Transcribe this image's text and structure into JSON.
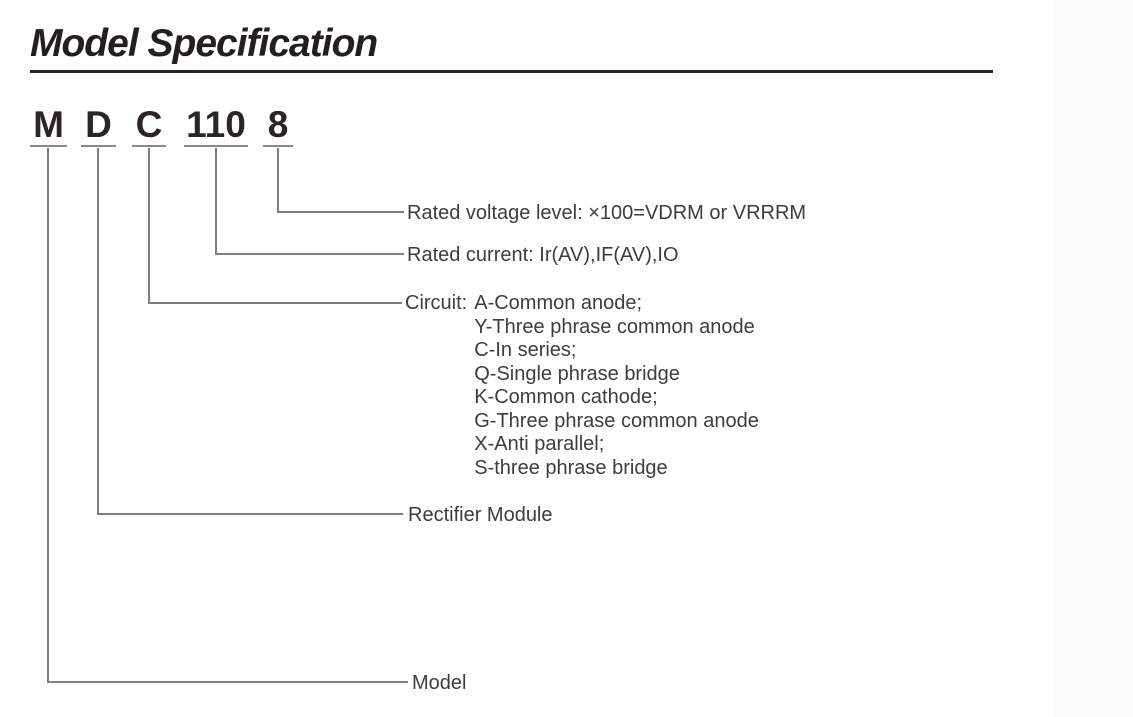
{
  "title": "Model Specification",
  "model_code": {
    "segments": [
      {
        "char": "M"
      },
      {
        "char": "D"
      },
      {
        "char": "C"
      },
      {
        "char": "110"
      },
      {
        "char": "8"
      }
    ]
  },
  "callouts": {
    "voltage": "Rated voltage level: ×100=VDRM or VRRRM",
    "current": "Rated current: Ir(AV),IF(AV),IO",
    "circuit_label": "Circuit:",
    "circuit_items": [
      "A-Common anode;",
      "Y-Three phrase common anode",
      "C-In series;",
      "Q-Single phrase bridge",
      "K-Common cathode;",
      "G-Three phrase common anode",
      "X-Anti parallel;",
      "S-three phrase bridge"
    ],
    "rectifier": "Rectifier Module",
    "model": "Model"
  },
  "colors": {
    "ink": "#2b2526",
    "leader_line": "#817d7a",
    "label_text": "#3d3d3d"
  }
}
